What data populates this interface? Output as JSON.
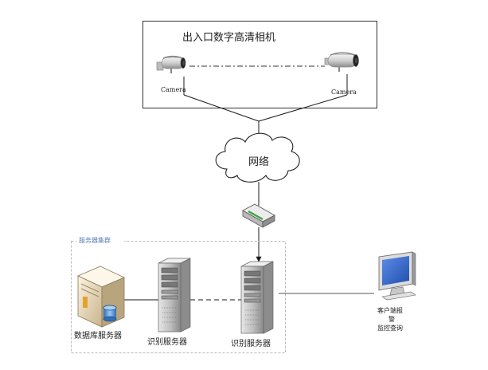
{
  "camera_group": {
    "title": "出入口数字高清相机"
  },
  "cameras": [
    {
      "label": "Camera"
    },
    {
      "label": "Camera"
    }
  ],
  "network": {
    "label": "网络"
  },
  "server_cluster": {
    "title": "服务器集群"
  },
  "servers": {
    "database": "数据库服务器",
    "recognition_1": "识别服务器",
    "recognition_2": "识别服务器"
  },
  "client": {
    "line1": "客户端报",
    "line2": "警",
    "line3": "监控查询"
  },
  "colors": {
    "cluster_border": "#b8b8b8",
    "cluster_title": "#5b7fb4",
    "monitor_screen": "#2f63c8",
    "line": "#1a1a1a"
  }
}
